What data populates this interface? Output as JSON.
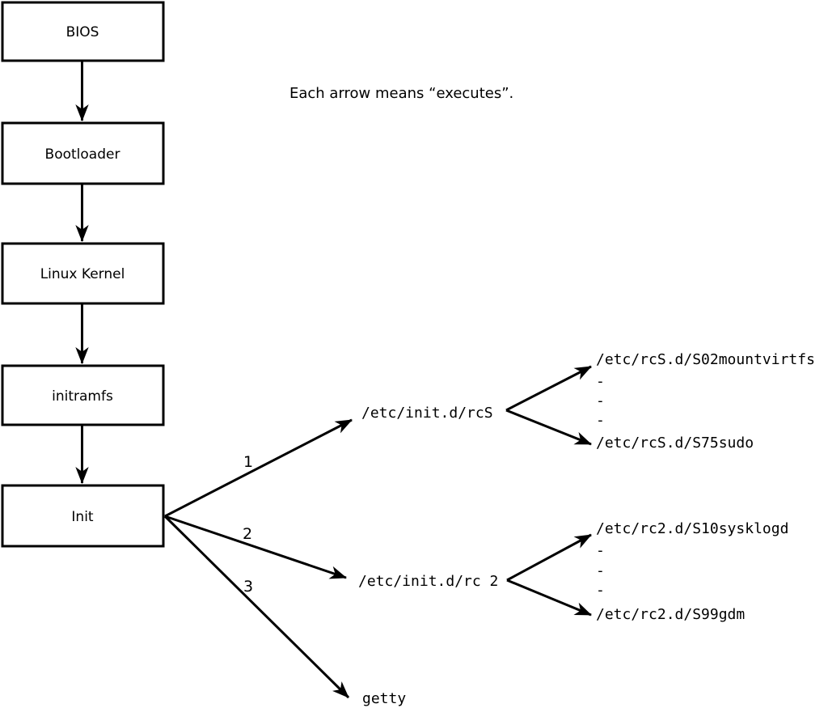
{
  "colors": {
    "ink": "#000000",
    "paper": "#ffffff"
  },
  "caption": "Each arrow means “executes”.",
  "boot_chain": [
    {
      "label": "BIOS"
    },
    {
      "label": "Bootloader"
    },
    {
      "label": "Linux Kernel"
    },
    {
      "label": "initramfs"
    },
    {
      "label": "Init"
    }
  ],
  "init_branches": [
    {
      "number": "1",
      "target": "/etc/init.d/rcS",
      "children": [
        "/etc/rcS.d/S02mountvirtfs",
        "-",
        "-",
        "-",
        "/etc/rcS.d/S75sudo"
      ]
    },
    {
      "number": "2",
      "target": "/etc/init.d/rc 2",
      "children": [
        "/etc/rc2.d/S10sysklogd",
        "-",
        "-",
        "-",
        "/etc/rc2.d/S99gdm"
      ]
    },
    {
      "number": "3",
      "target": "getty",
      "children": []
    }
  ]
}
